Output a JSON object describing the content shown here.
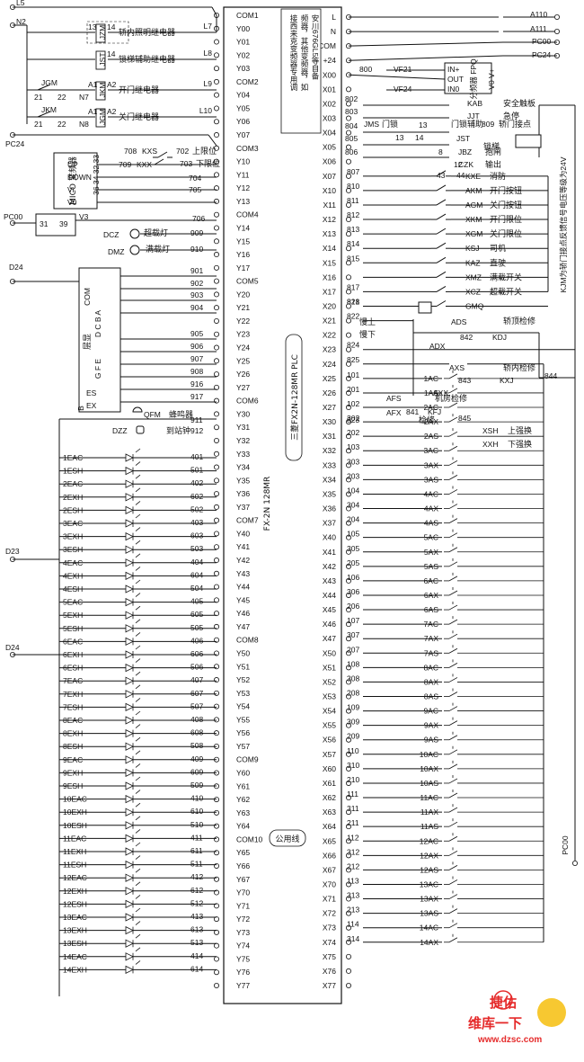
{
  "power": {
    "L5": "L5",
    "N2": "N2",
    "PC24": "PC24",
    "PC00": "PC00",
    "D24": "D24",
    "D23": "D23",
    "L": "L",
    "N": "N",
    "A110": "A110",
    "A111": "A111",
    "PC00_r": "PC00",
    "PC24_r": "PC24",
    "PC00_side": "PC00"
  },
  "plc": {
    "left_pins": [
      "COM1",
      "Y00",
      "Y01",
      "Y02",
      "Y03",
      "COM2",
      "Y04",
      "Y05",
      "Y06",
      "Y07",
      "COM3",
      "Y10",
      "Y11",
      "Y12",
      "Y13",
      "COM4",
      "Y14",
      "Y15",
      "Y16",
      "Y17",
      "COM5",
      "Y20",
      "Y21",
      "Y22",
      "Y23",
      "Y24",
      "Y25",
      "Y26",
      "Y27",
      "COM6",
      "Y30",
      "Y31",
      "Y32",
      "Y33",
      "Y34",
      "Y35",
      "Y36",
      "Y37",
      "COM7",
      "Y40",
      "Y41",
      "Y42",
      "Y43",
      "Y44",
      "Y45",
      "Y46",
      "Y47",
      "COM8",
      "Y50",
      "Y51",
      "Y52",
      "Y53",
      "Y54",
      "Y55",
      "Y56",
      "Y57",
      "COM9",
      "Y60",
      "Y61",
      "Y62",
      "Y63",
      "Y64",
      "COM10",
      "Y65",
      "Y66",
      "Y67",
      "Y70",
      "Y71",
      "Y72",
      "Y73",
      "Y74",
      "Y75",
      "Y76",
      "Y77"
    ],
    "right_pins": [
      "L",
      "N",
      "COM",
      "+24",
      "X00",
      "X01",
      "X02",
      "X03",
      "X04",
      "X05",
      "X06",
      "X07",
      "X10",
      "X11",
      "X12",
      "X13",
      "X14",
      "X15",
      "X16",
      "X17",
      "X20",
      "X21",
      "X22",
      "X23",
      "X24",
      "X25",
      "X26",
      "X27",
      "X30",
      "X31",
      "X32",
      "X33",
      "X34",
      "X35",
      "X36",
      "X37",
      "X40",
      "X41",
      "X42",
      "X43",
      "X44",
      "X45",
      "X46",
      "X47",
      "X50",
      "X51",
      "X52",
      "X53",
      "X54",
      "X55",
      "X56",
      "X57",
      "X60",
      "X61",
      "X62",
      "X63",
      "X64",
      "X65",
      "X66",
      "X67",
      "X70",
      "X71",
      "X72",
      "X73",
      "X74",
      "X75",
      "X76",
      "X77"
    ],
    "model_label": "FX-2N  128MR",
    "brand_label": "三菱FX2N-128MR PLC",
    "common_line": "公用线",
    "note_box": "接西来克变频器专用调频器，其他变频器，如安川676GL5等自备调频器"
  },
  "relays": [
    {
      "code": "JZM",
      "num": "13",
      "num2": "14",
      "label": "轿内照明继电器",
      "wire": "L7"
    },
    {
      "code": "JST",
      "num": "",
      "num2": "14",
      "label": "锁梯辅助继电器",
      "wire": "L8"
    },
    {
      "code": "JKM",
      "num": "A1",
      "num2": "A2",
      "label": "开门继电器",
      "wire": "L9",
      "pre": "JGM",
      "a": "21",
      "b": "22",
      "n": "N7"
    },
    {
      "code": "JGM",
      "num": "A1",
      "num2": "A2",
      "label": "关门继电器",
      "wire": "L10",
      "pre": "JKM",
      "a": "21",
      "b": "22",
      "n": "N8"
    }
  ],
  "inverter": {
    "title": "MICO\n变频器",
    "up": "UP",
    "down": "DOWN",
    "vi": "Vi",
    "v0": "V0",
    "v3": "V3",
    "n709": "709",
    "n708": "708",
    "kxs": "KXS",
    "kxx": "KXX",
    "n702": "702",
    "n703": "703",
    "upper": "上限位",
    "lower": "下限位",
    "n704": "704",
    "n705": "705",
    "n706": "706",
    "pins": "36 34 32 33",
    "n31": "31",
    "n39": "39"
  },
  "lamps": {
    "dcz": "DCZ",
    "dmz": "DMZ",
    "over": "超载灯",
    "full": "满载灯",
    "n909": "909",
    "n910": "910"
  },
  "display": {
    "title": "层显",
    "com": "COM",
    "top": "D C B A",
    "bottom": "G F E",
    "es": "ES",
    "ex": "EX",
    "nums": [
      "901",
      "902",
      "903",
      "904",
      "905",
      "906",
      "907",
      "908",
      "916",
      "917"
    ],
    "bias": "B"
  },
  "buzzer": {
    "code": "QFM",
    "label": "蜂鸣器",
    "dzz": "DZZ",
    "bell": "到站钟",
    "n911": "911",
    "n912": "912"
  },
  "hall_leds": [
    {
      "name": "1EAC",
      "num": "401"
    },
    {
      "name": "1ESH",
      "num": "501"
    },
    {
      "name": "2EAC",
      "num": "402"
    },
    {
      "name": "2EXH",
      "num": "602"
    },
    {
      "name": "2ESH",
      "num": "502"
    },
    {
      "name": "3EAC",
      "num": "403"
    },
    {
      "name": "3EXH",
      "num": "603"
    },
    {
      "name": "3ESH",
      "num": "503"
    },
    {
      "name": "4EAC",
      "num": "404"
    },
    {
      "name": "4EXH",
      "num": "604"
    },
    {
      "name": "4ESH",
      "num": "504"
    },
    {
      "name": "5EAC",
      "num": "405"
    },
    {
      "name": "5EXH",
      "num": "605"
    },
    {
      "name": "5ESH",
      "num": "505"
    },
    {
      "name": "6EAC",
      "num": "406"
    },
    {
      "name": "6EXH",
      "num": "606"
    },
    {
      "name": "6ESH",
      "num": "506"
    },
    {
      "name": "7EAC",
      "num": "407"
    },
    {
      "name": "7EXH",
      "num": "607"
    },
    {
      "name": "7ESH",
      "num": "507"
    },
    {
      "name": "8EAC",
      "num": "408"
    },
    {
      "name": "8EXH",
      "num": "608"
    },
    {
      "name": "8ESH",
      "num": "508"
    },
    {
      "name": "9EAC",
      "num": "409"
    },
    {
      "name": "9EXH",
      "num": "609"
    },
    {
      "name": "9ESH",
      "num": "509"
    },
    {
      "name": "10EAC",
      "num": "410"
    },
    {
      "name": "10EXH",
      "num": "610"
    },
    {
      "name": "10ESH",
      "num": "510"
    },
    {
      "name": "11EAC",
      "num": "411"
    },
    {
      "name": "11EXH",
      "num": "611"
    },
    {
      "name": "11ESH",
      "num": "511"
    },
    {
      "name": "12EAC",
      "num": "412"
    },
    {
      "name": "12EXH",
      "num": "612"
    },
    {
      "name": "12ESH",
      "num": "512"
    },
    {
      "name": "13EAC",
      "num": "413"
    },
    {
      "name": "13EXH",
      "num": "613"
    },
    {
      "name": "13ESH",
      "num": "513"
    },
    {
      "name": "14EAC",
      "num": "414"
    },
    {
      "name": "14EXH",
      "num": "614"
    }
  ],
  "right_top": {
    "vf21": "VF21",
    "vf24": "VF24",
    "n800": "800",
    "in_plus": "IN+",
    "out": "OUT",
    "in0": "IN0",
    "v0v": "V0 V+",
    "fpq": "分频器\nFPQ",
    "kab": "KAB",
    "safety": "安全触板",
    "jjt": "JJT",
    "stop": "急停",
    "jms": "JMS",
    "lock": "门锁",
    "jsaux": "门锁辅助",
    "top_contact": "轿门接点",
    "n809": "809",
    "jst": "JST",
    "locklift": "锁梯",
    "kjm": "KJM",
    "jbz": "JBZ",
    "brake": "抱闸",
    "czk": "CZK",
    "output": "输出",
    "n802": "802",
    "n803": "803",
    "n804": "804",
    "n805": "805",
    "n806": "806",
    "n13a": "13",
    "n14a": "14",
    "n8": "8",
    "n12": "12",
    "n43": "43",
    "n44": "44",
    "kjm_note": "KJM为轿门接点反馈信号电压等级为24V"
  },
  "right_inputs": [
    {
      "num": "807",
      "code": "KXE",
      "label": "消防"
    },
    {
      "num": "810",
      "code": "AKM",
      "label": "开门按钮"
    },
    {
      "num": "811",
      "code": "AGM",
      "label": "关门按钮"
    },
    {
      "num": "812",
      "code": "XKM",
      "label": "开门限位"
    },
    {
      "num": "813",
      "code": "XGM",
      "label": "关门限位"
    },
    {
      "num": "814",
      "code": "KSJ",
      "label": "司机"
    },
    {
      "num": "815",
      "code": "KAZ",
      "label": "直驶"
    },
    {
      "num": "",
      "code": "XMZ",
      "label": "满载开关"
    },
    {
      "num": "817",
      "code": "XCZ",
      "label": "超载开关"
    },
    {
      "num": "818",
      "code": "GMQ",
      "label": ""
    }
  ],
  "inspection": {
    "n821": "821",
    "n822": "822",
    "up": "慢上",
    "down": "慢下",
    "ads": "ADS",
    "adx": "ADX",
    "kdj": "KDJ",
    "n842": "842",
    "top": "轿顶检修",
    "axs": "AXS",
    "axx": "AXX",
    "kxj": "KXJ",
    "n843": "843",
    "n844": "844",
    "in_car": "轿内检修",
    "afs": "AFS",
    "afx": "AFX",
    "kfj": "KFJ",
    "n841": "841",
    "n845": "845",
    "machine": "机房检修",
    "check": "检修",
    "n823": "823"
  },
  "force": {
    "n824": "824",
    "n825": "825",
    "xsh": "XSH",
    "xsh_label": "上强换",
    "xxh": "XXH",
    "xxh_label": "下强换"
  },
  "calls": [
    {
      "num": "101",
      "name": "1AC"
    },
    {
      "num": "201",
      "name": "1AS"
    },
    {
      "num": "102",
      "name": "2AC"
    },
    {
      "num": "302",
      "name": "2AX"
    },
    {
      "num": "202",
      "name": "2AS"
    },
    {
      "num": "103",
      "name": "3AC"
    },
    {
      "num": "303",
      "name": "3AX"
    },
    {
      "num": "203",
      "name": "3AS"
    },
    {
      "num": "104",
      "name": "4AC"
    },
    {
      "num": "304",
      "name": "4AX"
    },
    {
      "num": "204",
      "name": "4AS"
    },
    {
      "num": "105",
      "name": "5AC"
    },
    {
      "num": "305",
      "name": "5AX"
    },
    {
      "num": "205",
      "name": "5AS"
    },
    {
      "num": "106",
      "name": "6AC"
    },
    {
      "num": "306",
      "name": "6AX"
    },
    {
      "num": "206",
      "name": "6AS"
    },
    {
      "num": "107",
      "name": "7AC"
    },
    {
      "num": "307",
      "name": "7AX"
    },
    {
      "num": "207",
      "name": "7AS"
    },
    {
      "num": "108",
      "name": "8AC"
    },
    {
      "num": "308",
      "name": "8AX"
    },
    {
      "num": "208",
      "name": "8AS"
    },
    {
      "num": "109",
      "name": "9AC"
    },
    {
      "num": "309",
      "name": "9AX"
    },
    {
      "num": "209",
      "name": "9AS"
    },
    {
      "num": "110",
      "name": "10AC"
    },
    {
      "num": "310",
      "name": "10AX"
    },
    {
      "num": "210",
      "name": "10AS"
    },
    {
      "num": "111",
      "name": "11AC"
    },
    {
      "num": "311",
      "name": "11AX"
    },
    {
      "num": "211",
      "name": "11AS"
    },
    {
      "num": "112",
      "name": "12AC"
    },
    {
      "num": "312",
      "name": "12AX"
    },
    {
      "num": "212",
      "name": "12AS"
    },
    {
      "num": "113",
      "name": "13AC"
    },
    {
      "num": "313",
      "name": "13AX"
    },
    {
      "num": "213",
      "name": "13AS"
    },
    {
      "num": "114",
      "name": "14AC"
    },
    {
      "num": "314",
      "name": "14AX"
    }
  ],
  "watermark": {
    "brand": "维库一下",
    "url": "www.dzsc.com",
    "logo": "捷佑"
  },
  "colors": {
    "line": "#111111",
    "watermark": "#e52b2b",
    "logo_yellow": "#f6c21b"
  }
}
